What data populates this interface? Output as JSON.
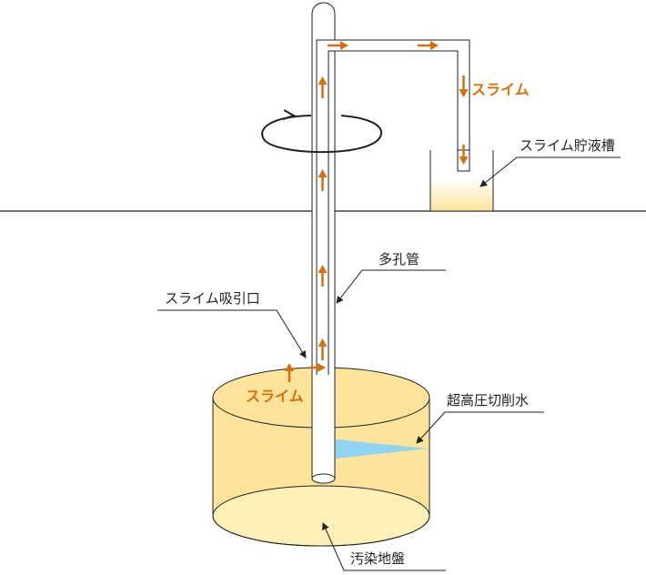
{
  "colors": {
    "arrow": "#d96f0c",
    "slurry_fill": "#fde49a",
    "slurry_light": "#fff3c4",
    "water_jet": "#8fd3f5",
    "line": "#222222"
  },
  "labels": {
    "slime_top": "スライム",
    "slime_bottom": "スライム",
    "storage_tank": "スライム貯液槽",
    "porous_pipe": "多孔管",
    "suction_port": "スライム吸引口",
    "cutting_water": "超高圧切削水",
    "contaminated_ground": "汚染地盤"
  },
  "icons": {
    "rotation": "rotation-arrow-icon",
    "flow": "flow-arrow-icon"
  }
}
